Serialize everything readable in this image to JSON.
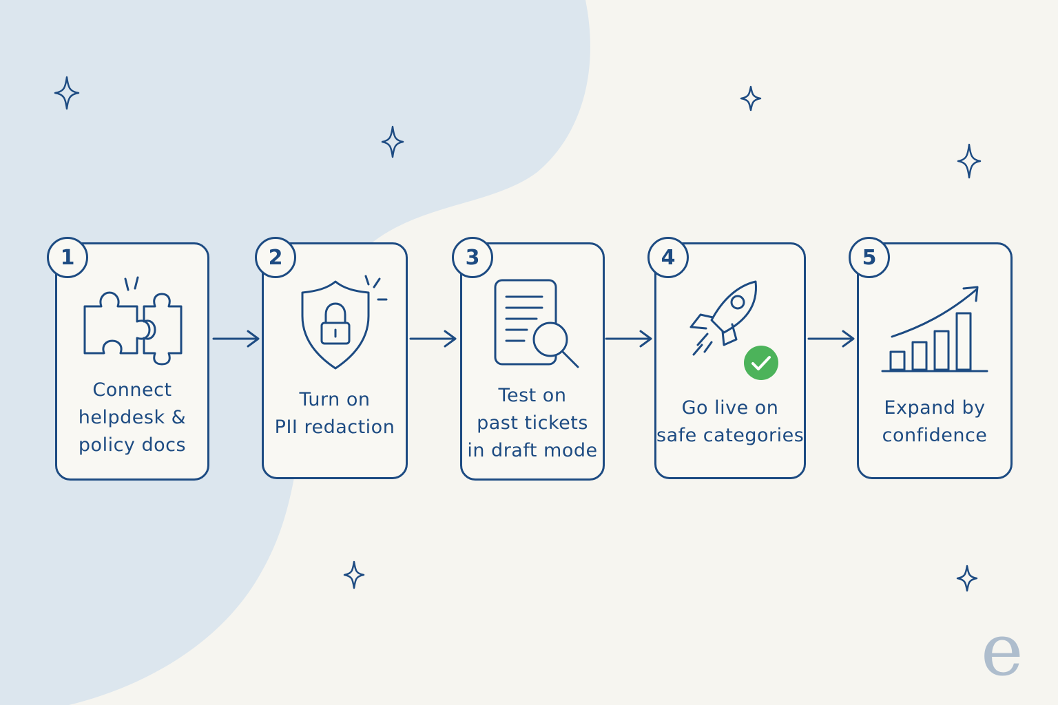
{
  "steps": [
    {
      "number": "1",
      "lines": [
        "Connect",
        "helpdesk &",
        "policy docs"
      ],
      "icon": "puzzle-icon"
    },
    {
      "number": "2",
      "lines": [
        "Turn on",
        "PII redaction"
      ],
      "icon": "shield-lock-icon"
    },
    {
      "number": "3",
      "lines": [
        "Test on",
        "past tickets",
        "in draft mode"
      ],
      "icon": "document-search-icon"
    },
    {
      "number": "4",
      "lines": [
        "Go live on",
        "safe categories"
      ],
      "icon": "rocket-check-icon"
    },
    {
      "number": "5",
      "lines": [
        "Expand by",
        "confidence"
      ],
      "icon": "growth-chart-icon"
    }
  ],
  "logo": {
    "text": "e"
  },
  "colors": {
    "ink": "#1d4b82",
    "background": "#f6f5f0",
    "blob": "#dce6ee",
    "check": "#4cb35a",
    "logo": "#aebdcd"
  }
}
